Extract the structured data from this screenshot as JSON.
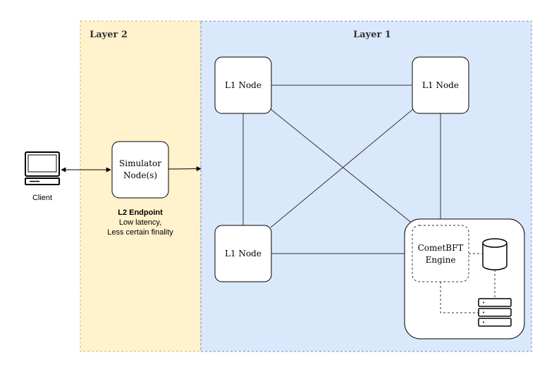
{
  "layer2": {
    "title": "Layer 2",
    "fill": "#fff2cc",
    "stroke": "#d6b656"
  },
  "layer1": {
    "title": "Layer 1",
    "fill": "#dae8fc",
    "stroke": "#6c8ebf"
  },
  "client": {
    "label": "Client",
    "icon": "computer-monitor-icon"
  },
  "simulator": {
    "line1": "Simulator",
    "line2": "Node(s)"
  },
  "l2_endpoint": {
    "title": "L2 Endpoint",
    "line1": "Low latency,",
    "line2": "Less certain finality"
  },
  "l1_nodes": [
    {
      "label": "L1 Node"
    },
    {
      "label": "L1 Node"
    },
    {
      "label": "L1 Node"
    }
  ],
  "cometbft": {
    "line1": "CometBFT",
    "line2": "Engine"
  },
  "icons": {
    "database": "database-cylinder-icon",
    "server": "server-rack-icon"
  }
}
